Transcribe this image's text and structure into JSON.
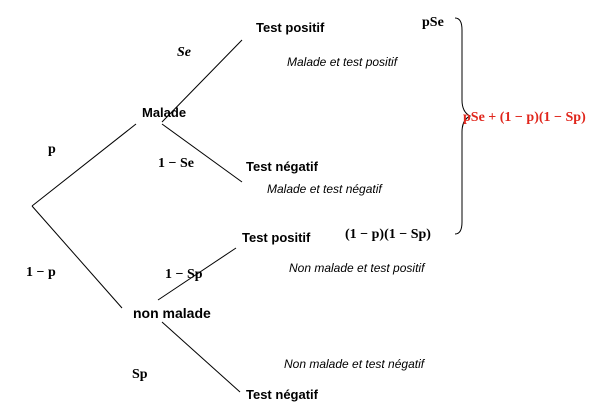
{
  "nodes": {
    "malade": "Malade",
    "non_malade": "non malade",
    "test_positif_1": "Test  positif",
    "test_negatif_1": "Test  négatif",
    "test_positif_2": "Test  positif",
    "test_negatif_2": "Test  négatif"
  },
  "edges": {
    "p": "p",
    "one_minus_p": "1 − p",
    "se": "Se",
    "one_minus_se": "1 − Se",
    "one_minus_sp": "1 − Sp",
    "sp": "Sp"
  },
  "outcomes": {
    "malade_test_positif": "Malade et test positif",
    "malade_test_negatif": "Malade et test négatif",
    "non_malade_test_positif": "Non malade et test positif",
    "non_malade_test_negatif": "Non malade et test négatif"
  },
  "probabilities": {
    "pse": "pSe",
    "one_minus_p_times_one_minus_sp": "(1 − p)(1 − Sp)",
    "total": "pSe + (1 − p)(1 − Sp)"
  },
  "colors": {
    "line": "#000000",
    "total_highlight": "#e0261c"
  }
}
